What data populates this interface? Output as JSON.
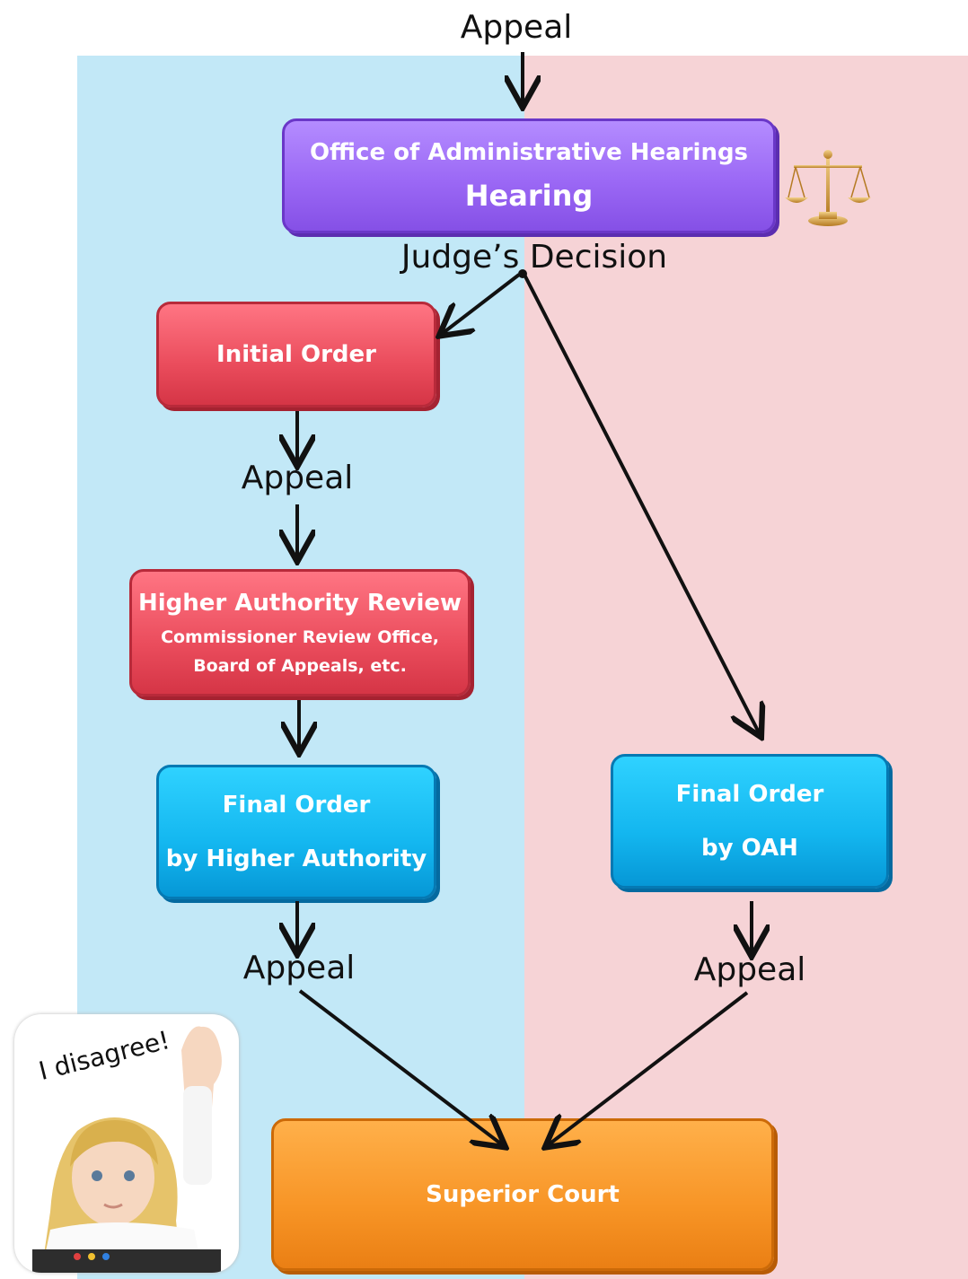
{
  "top_label": "Appeal",
  "oah_box": {
    "line1": "Office of Administrative Hearings",
    "line2": "Hearing"
  },
  "judge_decision": "Judge’s Decision",
  "initial_order": "Initial Order",
  "appeal_left_1": "Appeal",
  "higher_review": {
    "title": "Higher Authority Review",
    "sub1": "Commissioner Review Office,",
    "sub2": "Board of Appeals, etc."
  },
  "final_order_higher": {
    "line1": "Final Order",
    "line2": "by Higher Authority"
  },
  "final_order_oah": {
    "line1": "Final Order",
    "line2": "by OAH"
  },
  "appeal_left_2": "Appeal",
  "appeal_right": "Appeal",
  "superior_court": "Superior Court",
  "kid_caption": "I disagree!",
  "icons": [
    "scales-of-justice-icon",
    "child-raising-hand-photo"
  ],
  "colors": {
    "left_lane": "#c2e8f7",
    "right_lane": "#f6d3d6",
    "purple": "#9b68f5",
    "red": "#ea4c5c",
    "blue": "#13b6ef",
    "orange": "#f79425"
  }
}
